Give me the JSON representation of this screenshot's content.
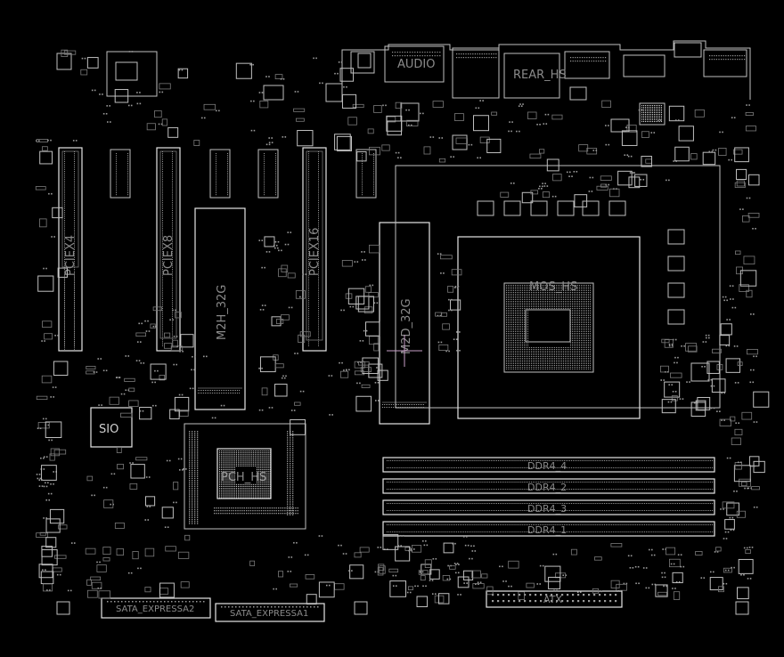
{
  "labels": {
    "audio": "AUDIO",
    "rear_hs": "REAR_HS",
    "pciex4": "PCIEX4",
    "pciex8": "PCIEX8",
    "pciex16": "PCIEX16",
    "m2h": "M2H_32G",
    "m2d": "M2D_32G",
    "mos_hs": "MOS_HS",
    "sio": "SIO",
    "pch_hs": "PCH_HS",
    "ddr4_4": "DDR4_4",
    "ddr4_2": "DDR4_2",
    "ddr4_3": "DDR4_3",
    "ddr4_1": "DDR4_1",
    "sata_expressa2": "SATA_EXPRESSA2",
    "sata_expressa1": "SATA_EXPRESSA1",
    "atx": "ATX"
  },
  "colors": {
    "background": "#000000",
    "outline": "#bfbfbf",
    "label": "#8a8a8a",
    "cursor": "#c8a0c8"
  }
}
